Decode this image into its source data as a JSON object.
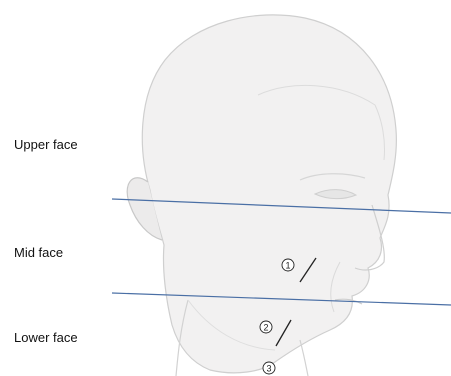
{
  "regions": {
    "upper": "Upper face",
    "mid": "Mid face",
    "lower": "Lower face"
  },
  "markers": {
    "m1": "1",
    "m2": "2",
    "m3": "3"
  },
  "colors": {
    "divider": "#4a6fa5",
    "skin": "#f2f1f1",
    "outline": "#c8c8c8",
    "marker": "#222222"
  }
}
